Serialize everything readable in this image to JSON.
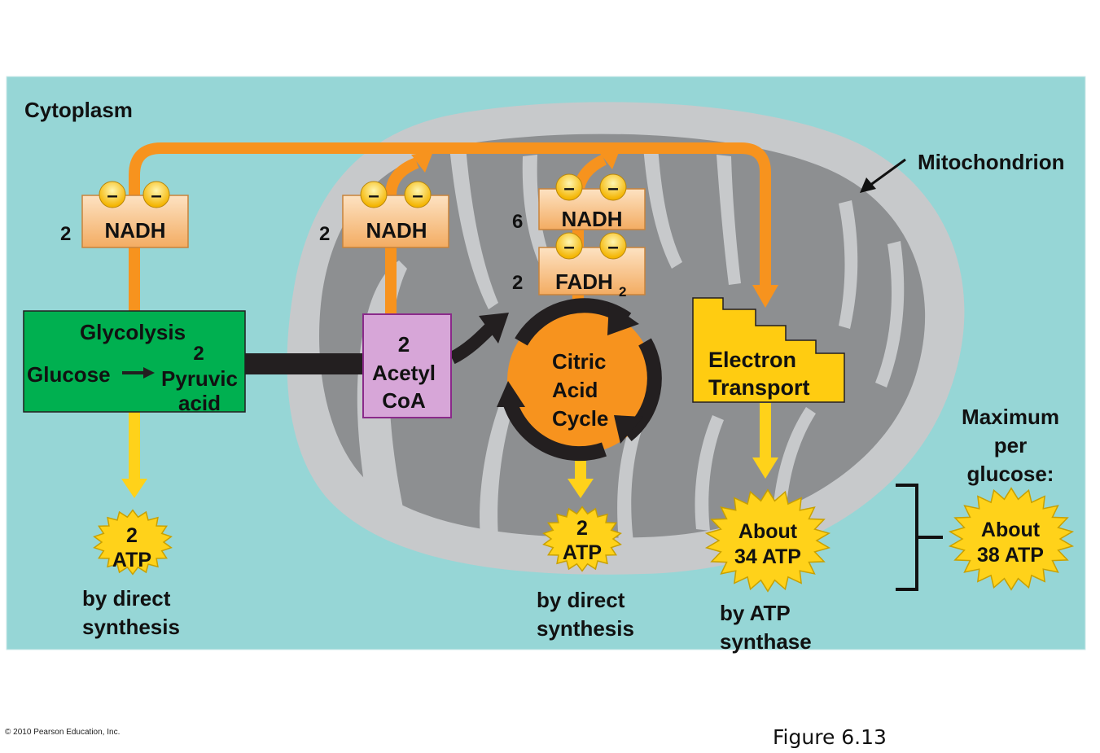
{
  "cytoplasm_label": "Cytoplasm",
  "mitochondrion_label": "Mitochondrion",
  "glycolysis": {
    "title": "Glycolysis",
    "glucose": "Glucose",
    "pyruvic_count": "2",
    "pyruvic_1": "Pyruvic",
    "pyruvic_2": "acid"
  },
  "acetyl_coa": {
    "count": "2",
    "line1": "Acetyl",
    "line2": "CoA"
  },
  "citric_acid_cycle": {
    "line1": "Citric",
    "line2": "Acid",
    "line3": "Cycle"
  },
  "electron_transport": {
    "line1": "Electron",
    "line2": "Transport"
  },
  "carriers": {
    "glycolysis_nadh": {
      "count": "2",
      "label": "NADH"
    },
    "acetyl_nadh": {
      "count": "2",
      "label": "NADH"
    },
    "cycle_nadh": {
      "count": "6",
      "label": "NADH"
    },
    "cycle_fadh2": {
      "count": "2",
      "label": "FADH",
      "subscript": "2"
    },
    "electron_symbol": "–"
  },
  "atp": {
    "glycolysis": {
      "line1": "2",
      "line2": "ATP",
      "caption1": "by direct",
      "caption2": "synthesis"
    },
    "cycle": {
      "line1": "2",
      "line2": "ATP",
      "caption1": "by direct",
      "caption2": "synthesis"
    },
    "electron_transport": {
      "line1": "About",
      "line2": "34 ATP",
      "caption1": "by ATP",
      "caption2": "synthase"
    },
    "maximum": {
      "heading1": "Maximum",
      "heading2": "per",
      "heading3": "glucose:",
      "line1": "About",
      "line2": "38 ATP"
    }
  },
  "footer": {
    "copyright": "© 2010 Pearson Education, Inc.",
    "figure": "Figure 6.13"
  },
  "colors": {
    "cytoplasm": "#96d6d6",
    "mitochondrion_outer": "#c7c9cb",
    "mitochondrion_inner": "#8c8e90",
    "glycolysis_box": "#00b050",
    "acetyl_box": "#d7a6d8",
    "carrier_box": "#f9c68f",
    "cycle": "#f7931e",
    "electron_transport": "#ffcc11",
    "orange_arrow": "#f7931e",
    "yellow_arrow": "#ffd21a",
    "atp_burst": "#ffd21a"
  }
}
